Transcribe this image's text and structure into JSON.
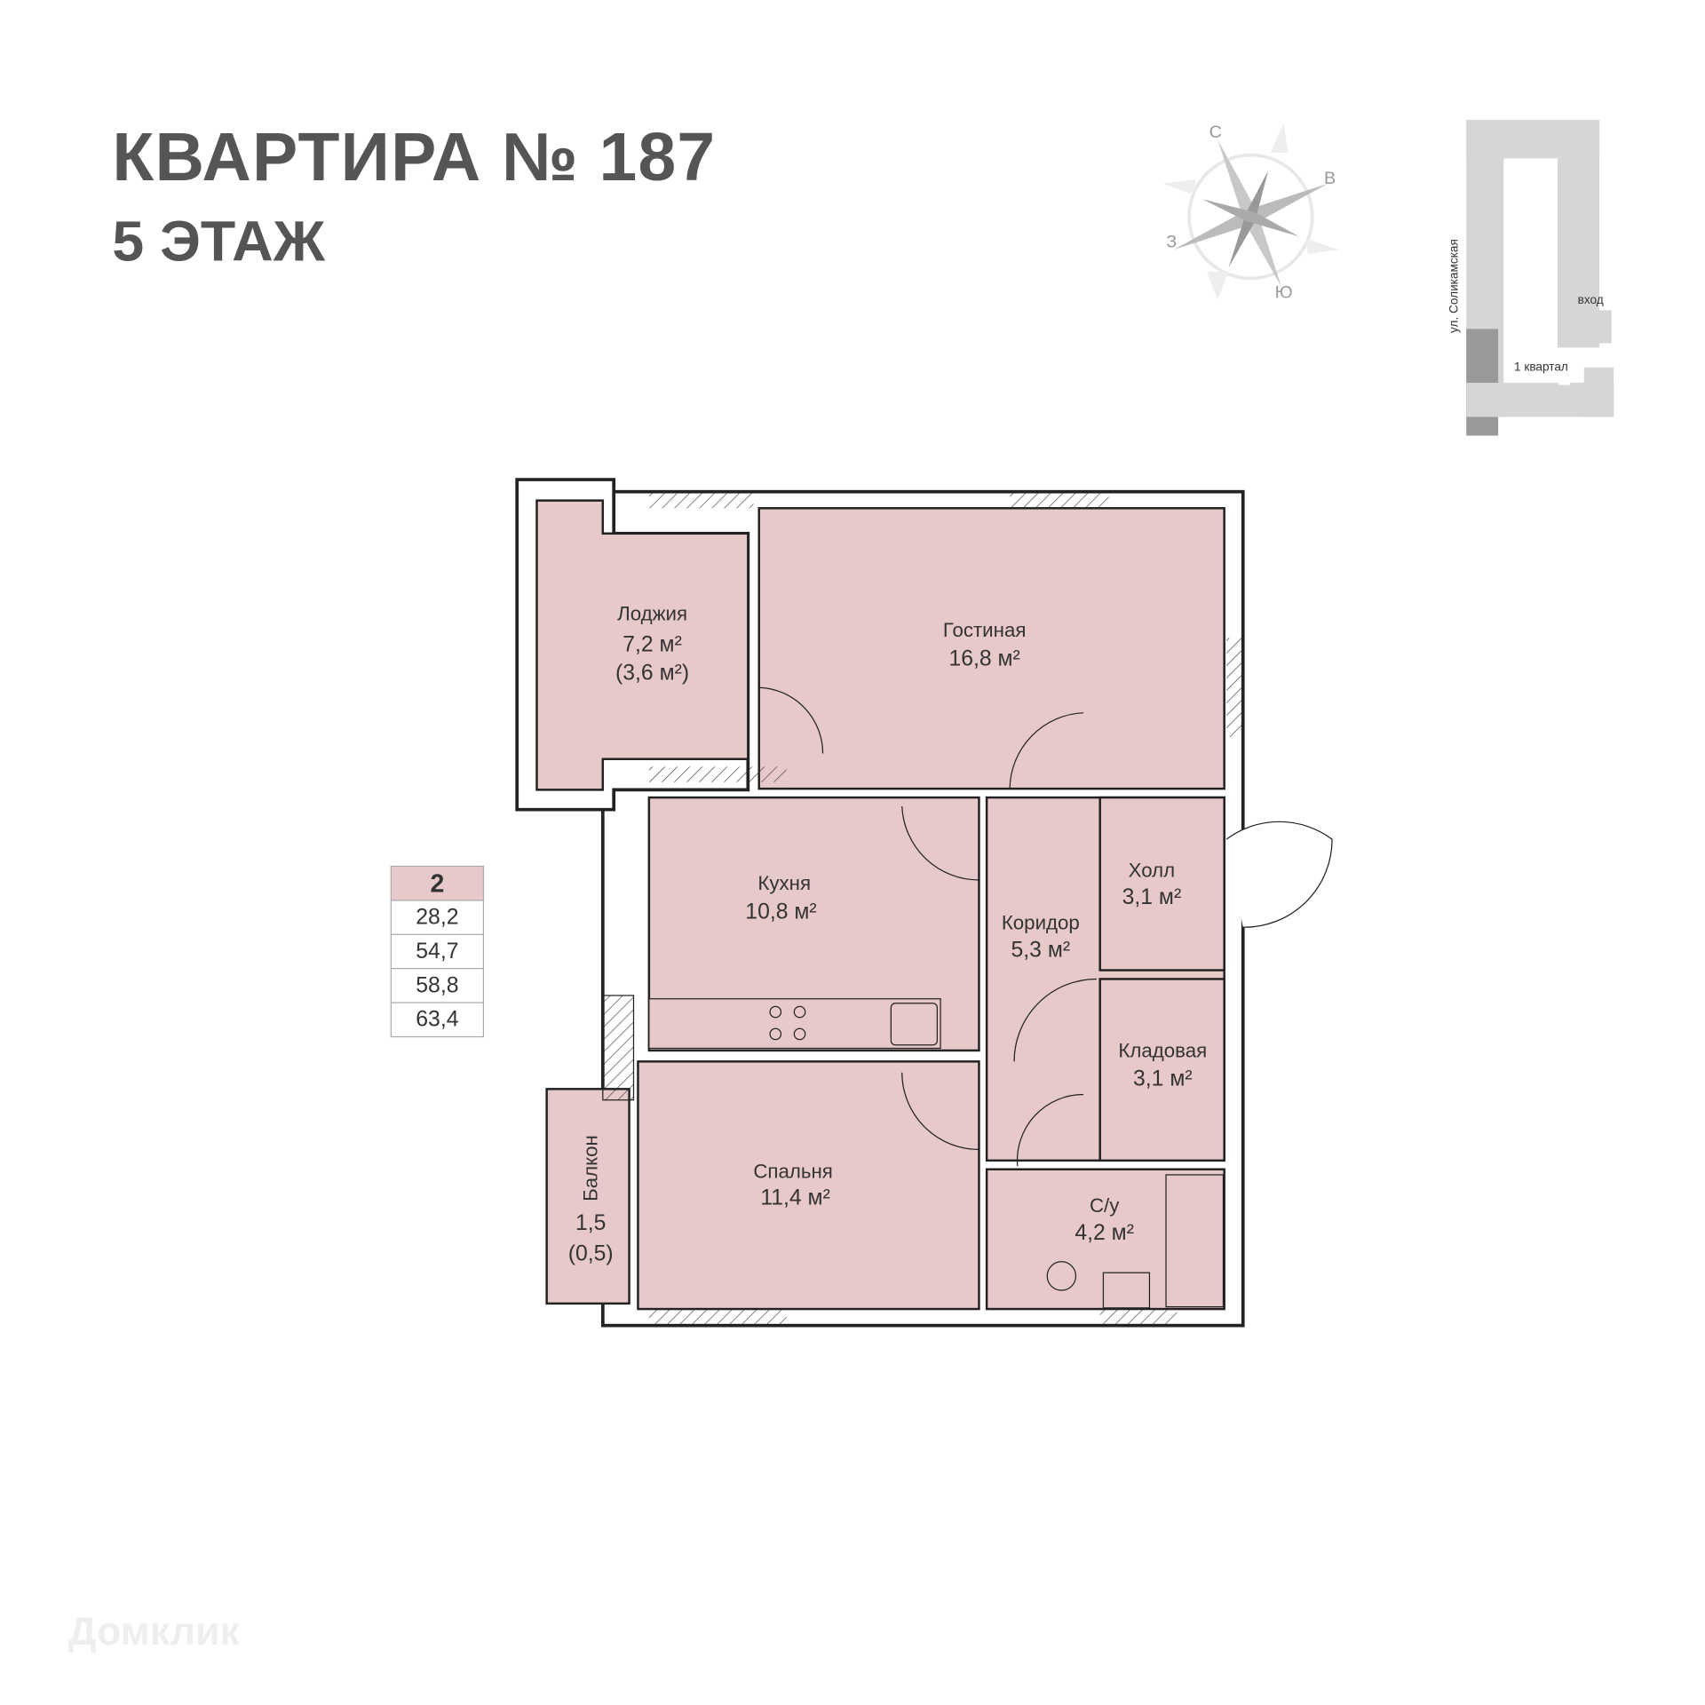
{
  "header": {
    "title": "КВАРТИРА № 187",
    "floor": "5 ЭТАЖ"
  },
  "compass": {
    "n": "С",
    "e": "В",
    "s": "Ю",
    "w": "З"
  },
  "site_plan": {
    "street": "ул. Соликамская",
    "entrance": "вход",
    "block": "1 квартал"
  },
  "area_table": {
    "rooms": "2",
    "values": [
      "28,2",
      "54,7",
      "58,8",
      "63,4"
    ]
  },
  "rooms": [
    {
      "name": "Лоджия",
      "area": "7,2 м²",
      "extra": "(3,6 м²)"
    },
    {
      "name": "Гостиная",
      "area": "16,8 м²"
    },
    {
      "name": "Кухня",
      "area": "10,8 м²"
    },
    {
      "name": "Холл",
      "area": "3,1 м²"
    },
    {
      "name": "Коридор",
      "area": "5,3 м²"
    },
    {
      "name": "Кладовая",
      "area": "3,1 м²"
    },
    {
      "name": "Спальня",
      "area": "11,4 м²"
    },
    {
      "name": "С/у",
      "area": "4,2 м²"
    },
    {
      "name": "Балкон",
      "area": "1,5",
      "extra": "(0,5)"
    }
  ],
  "watermark": "Домклик",
  "colors": {
    "room_fill": "#e8c9c9",
    "wall": "#222222",
    "title": "#555555"
  }
}
